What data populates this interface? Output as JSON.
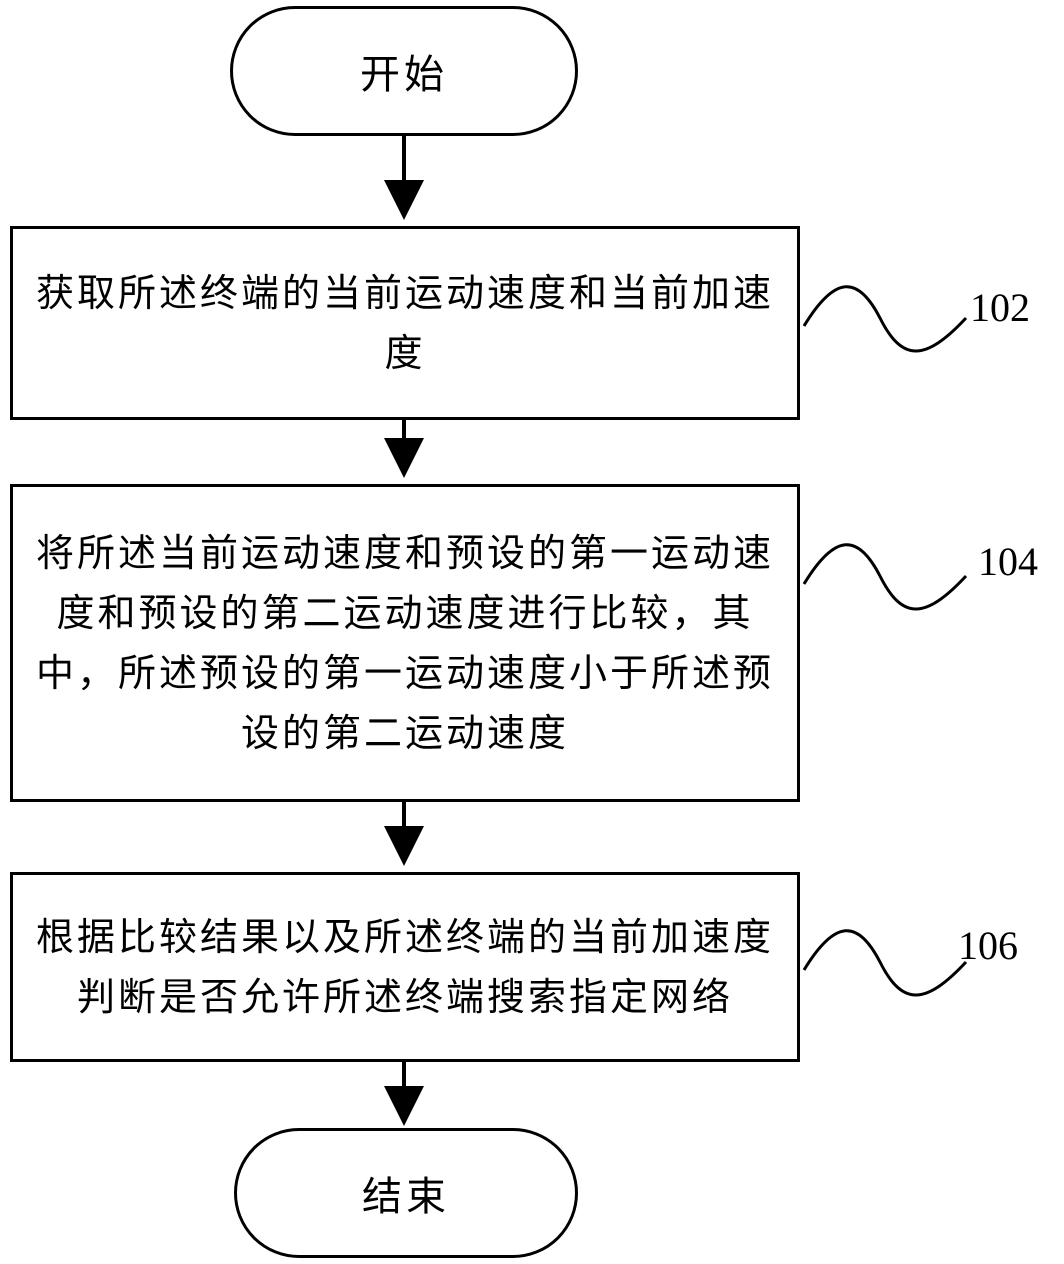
{
  "start": {
    "label": "开始"
  },
  "end": {
    "label": "结束"
  },
  "steps": [
    {
      "id": "102",
      "text": "获取所述终端的当前运动速度和当前加速度"
    },
    {
      "id": "104",
      "text": "将所述当前运动速度和预设的第一运动速度和预设的第二运动速度进行比较，其中，所述预设的第一运动速度小于所述预设的第二运动速度"
    },
    {
      "id": "106",
      "text": "根据比较结果以及所述终端的当前加速度判断是否允许所述终端搜索指定网络"
    }
  ]
}
